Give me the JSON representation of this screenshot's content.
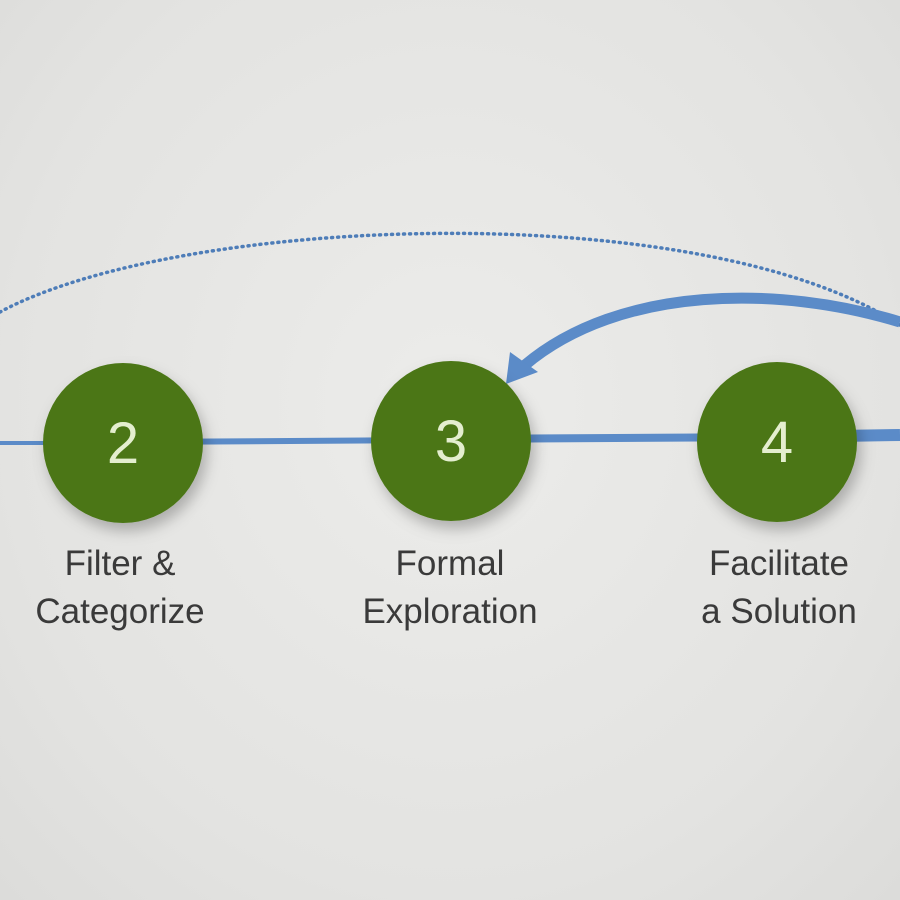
{
  "steps": [
    {
      "number": "2",
      "line1": "Filter &",
      "line2": "Categorize"
    },
    {
      "number": "3",
      "line1": "Formal",
      "line2": "Exploration"
    },
    {
      "number": "4",
      "line1": "Facilitate",
      "line2": "a Solution"
    }
  ],
  "colors": {
    "node": "#4b7619",
    "line": "#5b8bc8",
    "dotted": "#4e7db8",
    "background": "#e6e6e4",
    "text": "#3a3a3a"
  }
}
